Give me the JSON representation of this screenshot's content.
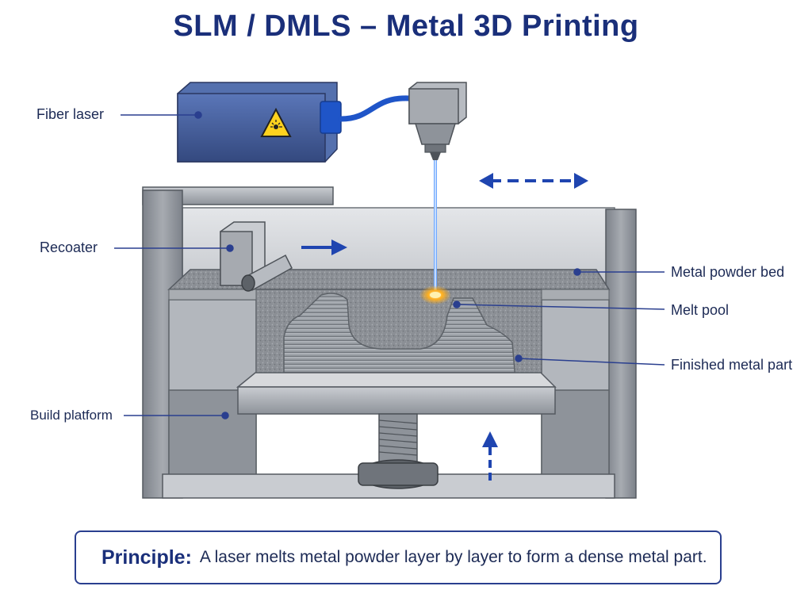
{
  "title": "SLM / DMLS – Metal 3D Printing",
  "labels": {
    "fiber_laser": "Fiber laser",
    "recoater": "Recoater",
    "build_platform": "Build platform",
    "powder_bed": "Metal powder bed",
    "melt_pool": "Melt pool",
    "finished_part": "Finished metal part"
  },
  "principle": {
    "key": "Principle:",
    "text": "A laser melts metal powder layer by layer to form a dense metal part."
  },
  "colors": {
    "title": "#1a2f7a",
    "accent_blue": "#1f45b0",
    "laser_beam": "#6fa8ff",
    "melt_glow": "#ffb020",
    "machine_gray": "#9aa0a8",
    "laser_body": "#3f5a9c"
  }
}
